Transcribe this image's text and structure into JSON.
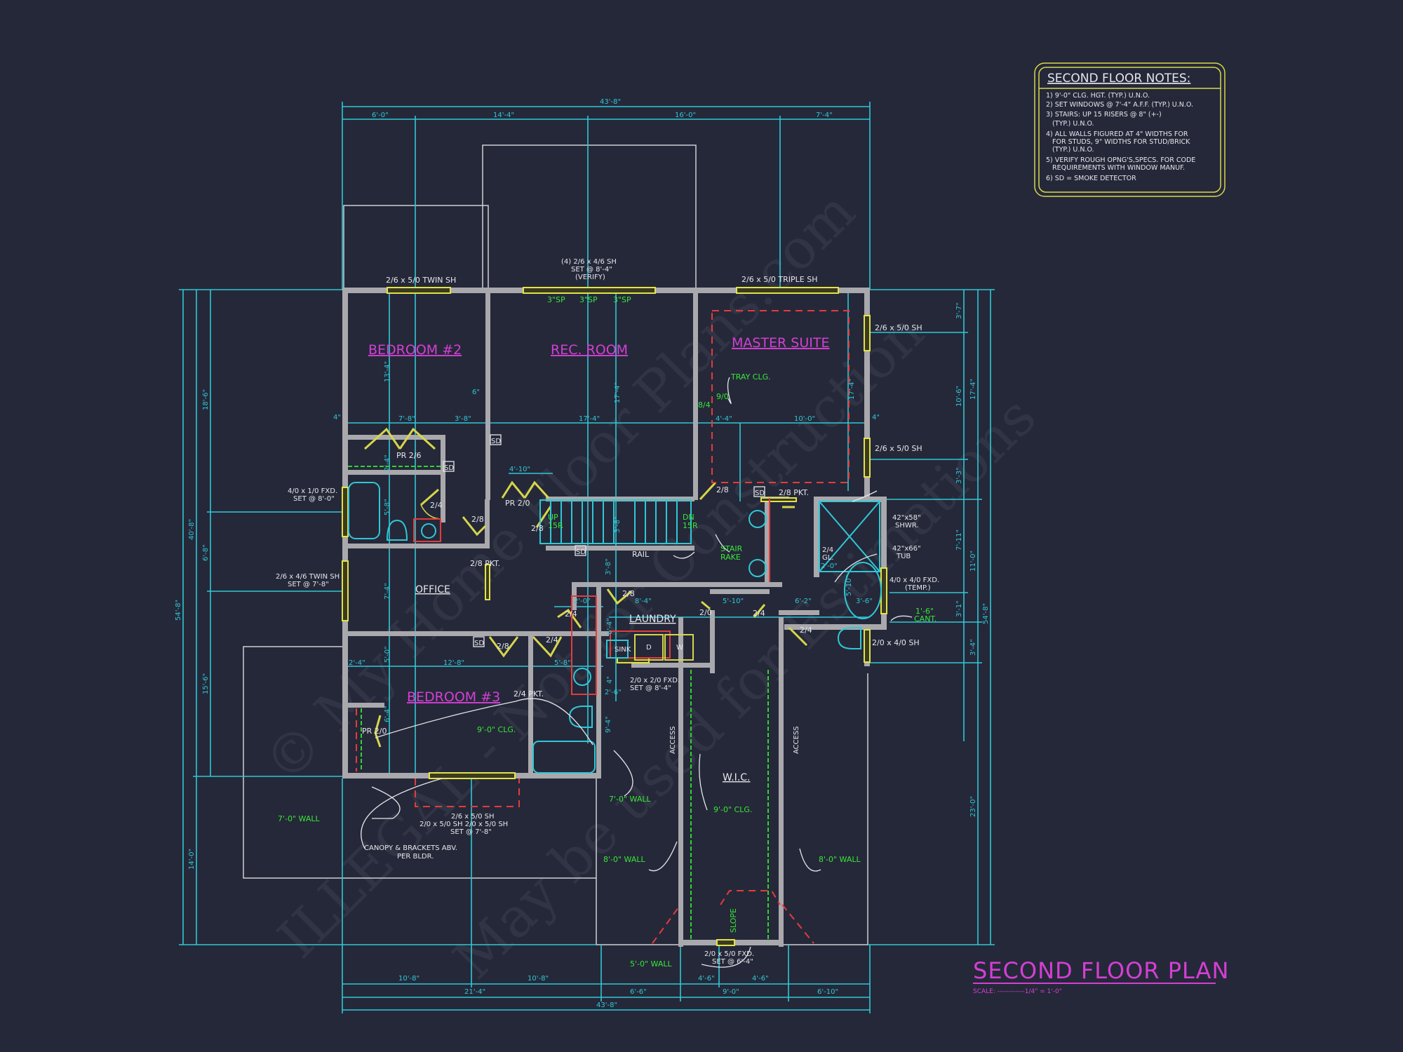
{
  "title": {
    "main": "SECOND FLOOR PLAN",
    "scale": "SCALE: ------------1/4\" = 1'-0\""
  },
  "notes": {
    "title": "SECOND FLOOR NOTES:",
    "items": [
      "1) 9'-0\"  CLG. HGT. (TYP.) U.N.O.",
      "2) SET WINDOWS @ 7'-4\" A.F.F. (TYP.) U.N.O.",
      "3) STAIRS: UP 15 RISERS @ 8\" (+-)",
      "   (TYP.) U.N.O.",
      "4) ALL WALLS FIGURED AT 4\" WIDTHS FOR",
      "   FOR STUDS, 9\" WIDTHS FOR STUD/BRICK",
      "   (TYP.) U.N.O.",
      "5) VERIFY ROUGH OPNG'S,SPECS. FOR CODE",
      "   REQUIREMENTS WITH WINDOW MANUF.",
      "6) SD = SMOKE DETECTOR"
    ]
  },
  "rooms": {
    "bedroom2": "BEDROOM #2",
    "rec_room": "REC. ROOM",
    "master_suite": "MASTER SUITE",
    "office": "OFFICE",
    "laundry": "LAUNDRY",
    "bedroom3": "BEDROOM #3",
    "wic": "W.I.C."
  },
  "dimensions": {
    "top_overall": "43'-8\"",
    "top_segments": [
      "6'-0\"",
      "14'-4\"",
      "16'-0\"",
      "7'-4\""
    ],
    "bottom_overall": "43'-8\"",
    "bottom_mid": [
      "21'-4\"",
      "6'-6\"",
      "9'-0\"",
      "6'-10\""
    ],
    "bottom_inner": [
      "10'-8\"",
      "10'-8\"",
      "4'-6\"",
      "4'-6\""
    ],
    "left_overall": "54'-8\"",
    "left_mid": [
      "40'-8\"",
      "14'-0\""
    ],
    "left_inner": [
      "18'-6\"",
      "6'-8\"",
      "15'-6\""
    ],
    "right_overall": "54'-8\"",
    "right_mid": [
      "17'-4\"",
      "11'-0\"",
      "3'-4\"",
      "23'-0\""
    ],
    "right_inner": [
      "3'-7\"",
      "10'-6\"",
      "3'-3\"",
      "7'-11\"",
      "3'-1\""
    ],
    "interior": {
      "bed2_h": "13'-4\"",
      "rec_h": "17'-4\"",
      "master_h": "17'-4\"",
      "row_7_8": "7'-8\"",
      "row_3_8": "3'-8\"",
      "row_17_4": "17'-4\"",
      "row_4_4": "4'-4\"",
      "row_10_0": "10'-0\"",
      "four_in": "4\"",
      "six_in": "6\"",
      "closet_4_10": "4'-10\"",
      "bath_5_8": "5'-8\"",
      "closet_2_4": "2'-4\"",
      "stair_3_8a": "3'-8\"",
      "stair_3_8b": "3'-8\"",
      "office_7_4": "7'-4\"",
      "laundry_8_4": "8'-4\"",
      "laundry_2_0": "2'-0\"",
      "laundry_6_4": "6'-4\"",
      "hall_5_10": "5'-10\"",
      "mbath_6_2": "6'-2\"",
      "mbath_3_6": "3'-6\"",
      "mbath_5_10": "5'-10\"",
      "mbath_2_0": "2'-0\"",
      "mbath_4": "4'",
      "bed3_2_4": "2'-4\"",
      "bed3_12_8": "12'-8\"",
      "bed3_5_8": "5'-8\"",
      "bed3_5_0": "5'-0\"",
      "bed3_6_4": "6'-4\"",
      "bath3_4": "4\"",
      "bath3_2_6": "2'-6\"",
      "bath3_9_4": "9'-4\""
    }
  },
  "windows": {
    "bed2_top": "2/6 x 5/0 TWIN SH",
    "rec_top_1": "(4) 2/6 x 4/6 SH",
    "rec_top_2": "SET @ 8'-4\"",
    "rec_top_3": "(VERIFY)",
    "rec_sp": [
      "3\"SP",
      "3\"SP",
      "3\"SP"
    ],
    "master_top": "2/6 x 5/0 TRIPLE SH",
    "master_r1": "2/6 x 5/0 SH",
    "master_r2": "2/6 x 5/0 SH",
    "bath2_fxd_1": "4/0 x 1/0 FXD.",
    "bath2_fxd_2": "SET @ 8'-0\"",
    "office_1": "2/6 x 4/6 TWIN SH",
    "office_2": "SET @ 7'-8\"",
    "mbath_fxd_1": "4/0 x 4/0 FXD.",
    "mbath_fxd_2": "(TEMP.)",
    "wc_win": "2/0 x 4/0 SH",
    "laundry_fxd_1": "2/0 x 2/0 FXD.",
    "laundry_fxd_2": "SET @ 8'-4\"",
    "bed3_1": "2/6 x 5/0 SH",
    "bed3_2": "2/0 x 5/0 SH   2/0 x 5/0 SH",
    "bed3_3": "SET @ 7'-8\"",
    "wic_fxd_1": "2/0 x 5/0 FXD.",
    "wic_fxd_2": "SET @ 6'-4\""
  },
  "doors": {
    "pr_2_6": "PR 2/6",
    "pr_2_0_hall": "PR 2/0",
    "bath2_2_4": "2/4",
    "hall_2_8": "2/8",
    "stair_2_8": "2/8",
    "office_pkt": "2/8 PKT.",
    "master_2_8": "2/8",
    "master_pkt": "2/8 PKT.",
    "laundry_2_8": "2/8",
    "laundry_2_4": "2/4",
    "hall_2_0": "2/0",
    "mbath_2_4a": "2/4",
    "mbath_2_4b": "2/4",
    "bed3_2_8": "2/8",
    "bed3_2_4": "2/4",
    "bed3_pkt": "2/4 PKT.",
    "bed3_pr": "PR 2/0",
    "shower_gl_1": "2/4",
    "shower_gl_2": "GL."
  },
  "annotations": {
    "tray_clg": "TRAY CLG.",
    "tray_9_0": "9/0",
    "tray_8_4": "8/4",
    "up_1": "UP",
    "up_2": "15R",
    "dn_1": "DN",
    "dn_2": "15R",
    "rail": "RAIL",
    "stair_rake_1": "STAIR",
    "stair_rake_2": "RAKE",
    "shwr_1": "42\"x58\"",
    "shwr_2": "SHWR.",
    "tub_1": "42\"x66\"",
    "tub_2": "TUB",
    "cant_1": "1'-6\"",
    "cant_2": "CANT.",
    "sink": "SINK",
    "dryer": "D",
    "washer": "W",
    "bed3_clg": "9'-0\" CLG.",
    "wall_7_left": "7'-0\" WALL",
    "wall_7_right": "7'-0\" WALL",
    "canopy_1": "CANOPY & BRACKETS ABV.",
    "canopy_2": "PER BLDR.",
    "access": "ACCESS",
    "wic_clg": "9'-0\" CLG.",
    "wall_8_left": "8'-0\" WALL",
    "wall_8_right": "8'-0\" WALL",
    "wall_5": "5'-0\" WALL",
    "slope": "SLOPE",
    "sd": "SD"
  },
  "watermark": {
    "line1": "© My Home Floor Plans.com",
    "line2": "ILLEGAL - Not for Construction",
    "line3": "May be used for Estimations"
  },
  "colors": {
    "background": "#252839",
    "dimension": "#2ec8d6",
    "room_label": "#d43fd4",
    "note_green": "#39e639",
    "window": "#e2e24a",
    "wall": "#a9a9ad",
    "hidden_line": "#e33c3c"
  }
}
